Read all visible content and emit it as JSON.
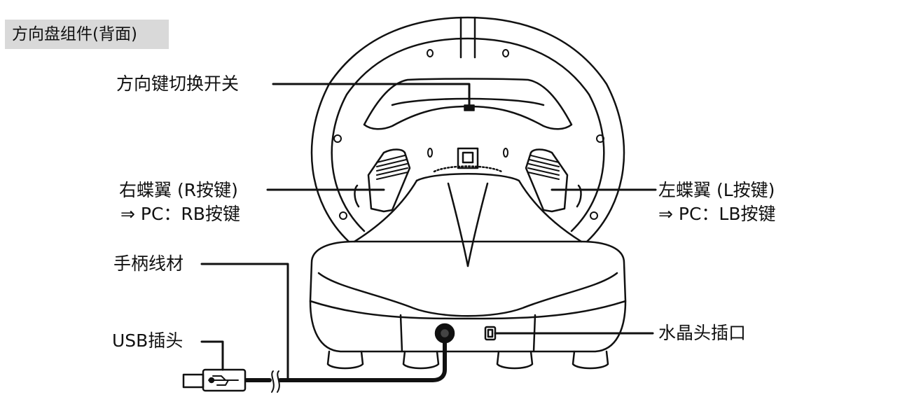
{
  "title": "方向盘组件(背面)",
  "labels": {
    "dpad_switch": "方向键切换开关",
    "right_paddle_line1": "右蝶翼 (R按键)",
    "right_paddle_line2": "⇒ PC：RB按键",
    "left_paddle_line1": "左蝶翼 (L按键)",
    "left_paddle_line2": "⇒ PC：LB按键",
    "cable": "手柄线材",
    "usb_plug": "USB插头",
    "rj_port": "水晶头插口"
  }
}
